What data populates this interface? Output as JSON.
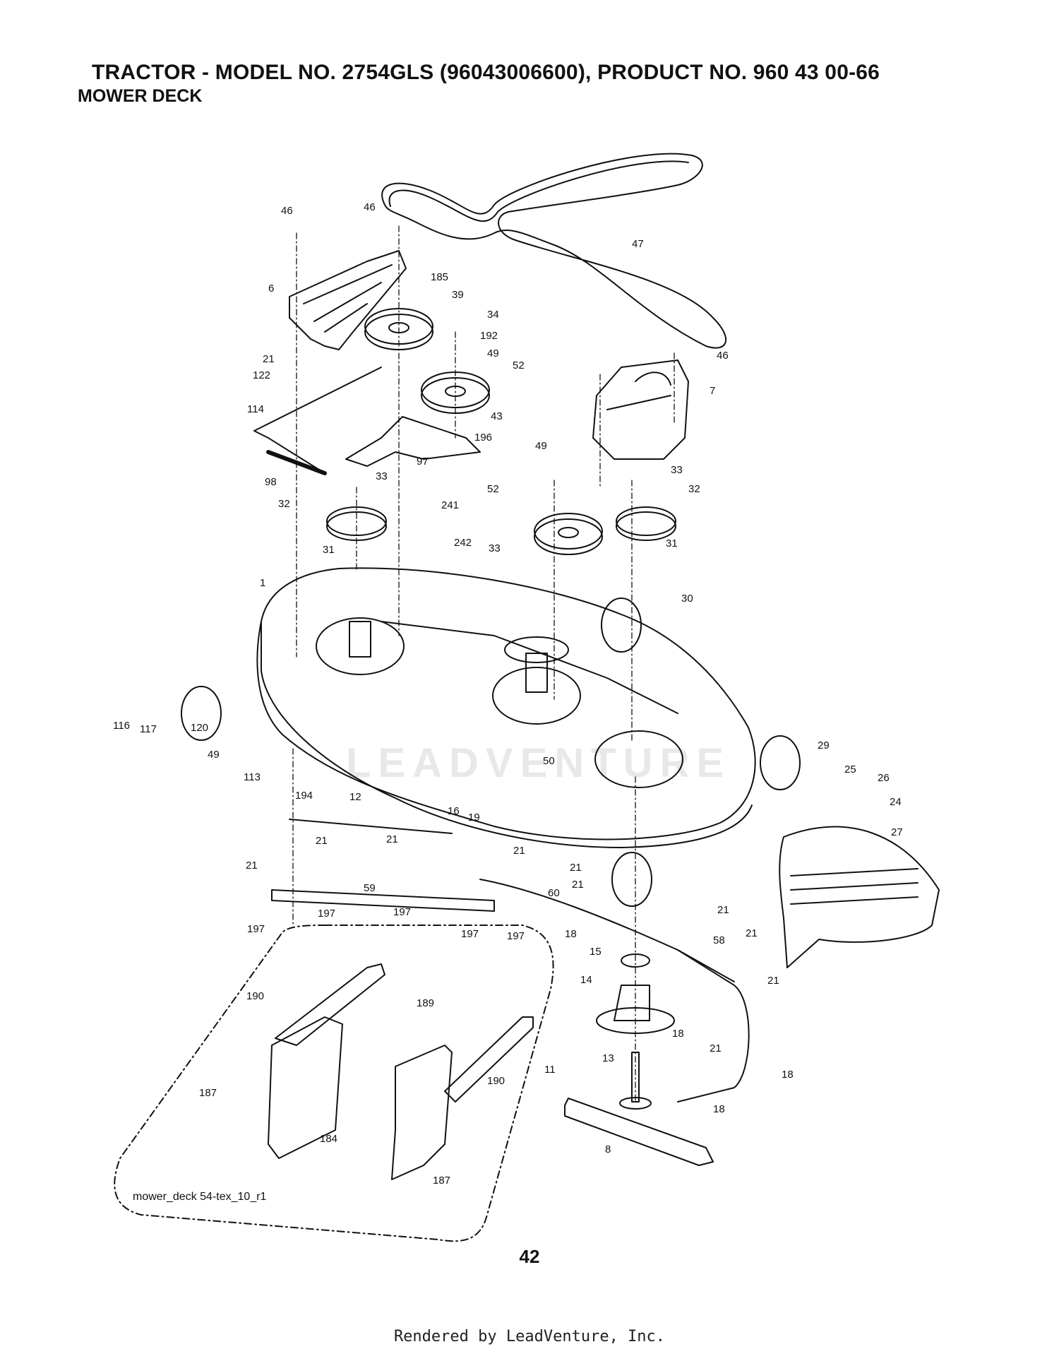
{
  "header": {
    "title": "TRACTOR - MODEL NO. 2754GLS (96043006600), PRODUCT NO. 960 43 00-66",
    "subtitle": "MOWER DECK"
  },
  "watermark": "LEADVENTURE",
  "figure_label": "mower_deck 54-tex_10_r1",
  "page_number": "42",
  "footer": "Rendered by LeadVenture, Inc.",
  "callouts": [
    "46",
    "46",
    "47",
    "6",
    "185",
    "39",
    "34",
    "192",
    "49",
    "52",
    "46",
    "7",
    "21",
    "122",
    "114",
    "43",
    "196",
    "97",
    "98",
    "33",
    "49",
    "52",
    "33",
    "32",
    "32",
    "241",
    "242",
    "33",
    "31",
    "31",
    "1",
    "30",
    "116",
    "117",
    "120",
    "49",
    "113",
    "194",
    "50",
    "29",
    "25",
    "26",
    "24",
    "12",
    "16",
    "19",
    "21",
    "21",
    "21",
    "21",
    "27",
    "21",
    "59",
    "60",
    "21",
    "197",
    "197",
    "197",
    "197",
    "197",
    "18",
    "21",
    "58",
    "21",
    "15",
    "14",
    "21",
    "18",
    "190",
    "189",
    "13",
    "21",
    "18",
    "187",
    "190",
    "11",
    "18",
    "184",
    "8",
    "187"
  ]
}
